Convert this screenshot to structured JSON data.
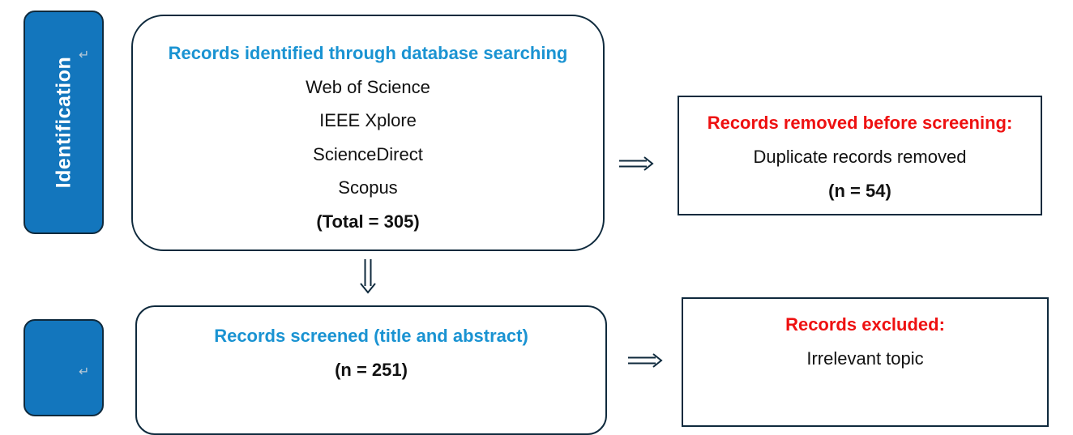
{
  "stages": {
    "identification": "Identification",
    "screening": ""
  },
  "identification_box": {
    "heading": "Records identified through database searching",
    "databases": [
      "Web of Science",
      "IEEE Xplore",
      "ScienceDirect",
      "Scopus"
    ],
    "total": "(Total = 305)"
  },
  "removed_box": {
    "heading": "Records removed before screening:",
    "description": "Duplicate records removed",
    "count": "(n = 54)"
  },
  "screened_box": {
    "heading": "Records screened (title and abstract)",
    "count": "(n = 251)"
  },
  "excluded_box": {
    "heading": "Records excluded:",
    "reason": "Irrelevant topic"
  },
  "colors": {
    "stage_fill": "#1376bd",
    "border": "#0f2a3d",
    "heading_blue": "#1a93d2",
    "heading_red": "#ee1111"
  }
}
